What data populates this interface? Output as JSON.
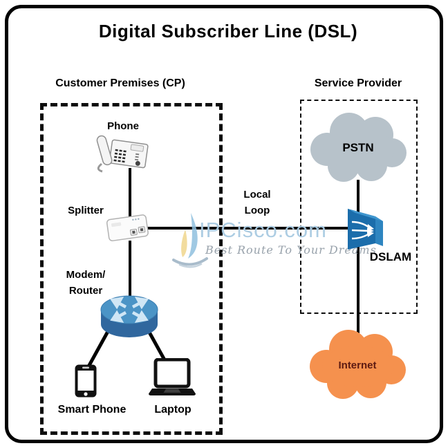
{
  "title": "Digital Subscriber Line (DSL)",
  "groups": {
    "customer_premises": {
      "label": "Customer Premises (CP)"
    },
    "service_provider": {
      "label": "Service Provider"
    }
  },
  "nodes": {
    "phone": {
      "label": "Phone"
    },
    "splitter": {
      "label": "Splitter"
    },
    "modem_router": {
      "line1": "Modem/",
      "line2": "Router"
    },
    "smart_phone": {
      "label": "Smart Phone"
    },
    "laptop": {
      "label": "Laptop"
    },
    "pstn": {
      "label": "PSTN"
    },
    "dslam": {
      "label": "DSLAM"
    },
    "internet": {
      "label": "Internet"
    }
  },
  "links": {
    "local_loop": {
      "line1": "Local",
      "line2": "Loop"
    }
  },
  "watermark": {
    "brand": "IPCisco.com",
    "tagline": "Best Route To Your Dreams"
  },
  "colors": {
    "pstn_cloud": "#b7c2ca",
    "internet_cloud": "#f5914e",
    "internet_text": "#5c1a12",
    "router_top": "#4b94c6",
    "router_body": "#30679e",
    "dslam_blue": "#1b6dab",
    "connector_line": "#000000",
    "watermark_blue": "#a9cbe2",
    "watermark_gray": "#98a2ab"
  }
}
